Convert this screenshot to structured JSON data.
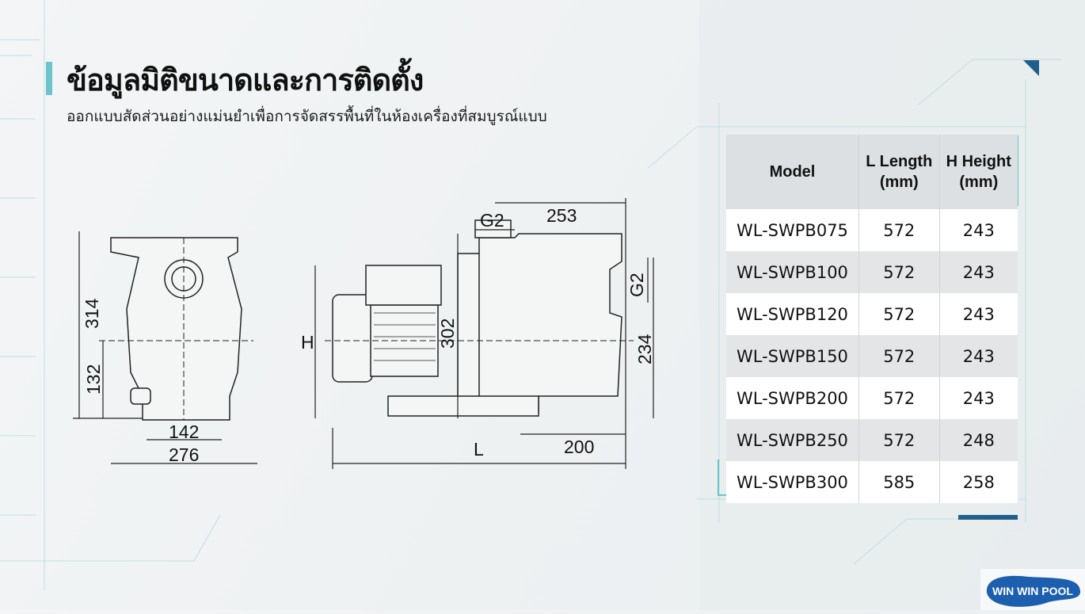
{
  "header": {
    "title": "ข้อมูลมิติขนาดและการติดตั้ง",
    "subtitle": "ออกแบบสัดส่วนอย่างแม่นยำเพื่อการจัดสรรพื้นที่ในห้องเครื่องที่สมบูรณ์แบบ"
  },
  "front_view": {
    "height_total": "314",
    "height_axis": "132",
    "base_inner": "142",
    "base_outer": "276"
  },
  "side_view": {
    "top_length": "253",
    "inlet": "G2",
    "outlet": "G2",
    "h_label": "H",
    "height_motor": "302",
    "height_outlet": "234",
    "l_label": "L",
    "base_length": "200"
  },
  "table": {
    "headers": [
      "Model",
      "L Length\n(mm)",
      "H Height\n(mm)"
    ],
    "header_lines": [
      [
        "Model"
      ],
      [
        "L Length",
        "(mm)"
      ],
      [
        "H Height",
        "(mm)"
      ]
    ],
    "rows": [
      [
        "WL-SWPB075",
        "572",
        "243"
      ],
      [
        "WL-SWPB100",
        "572",
        "243"
      ],
      [
        "WL-SWPB120",
        "572",
        "243"
      ],
      [
        "WL-SWPB150",
        "572",
        "243"
      ],
      [
        "WL-SWPB200",
        "572",
        "243"
      ],
      [
        "WL-SWPB250",
        "572",
        "248"
      ],
      [
        "WL-SWPB300",
        "585",
        "258"
      ]
    ]
  },
  "logo": {
    "text": "WIN WIN POOL"
  },
  "colors": {
    "accent": "#6cc3cc",
    "dark_accent": "#1f5f8b"
  }
}
